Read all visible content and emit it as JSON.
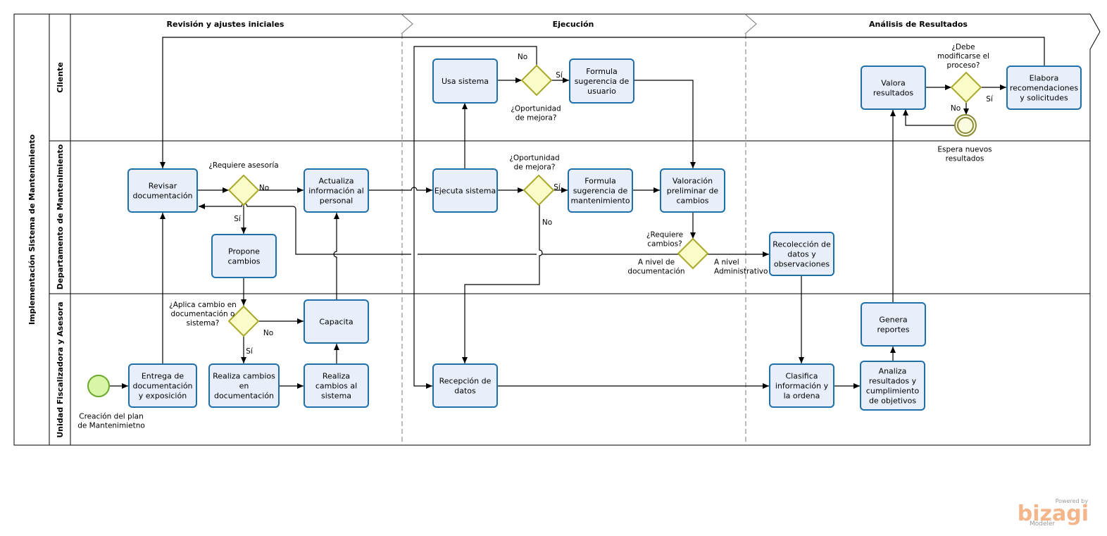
{
  "pool": {
    "title": "Implementación Sistema de Mantenimiento"
  },
  "lanes": [
    {
      "id": "cliente",
      "title": "Cliente"
    },
    {
      "id": "depto",
      "title": "Departamento de Mantenimiento"
    },
    {
      "id": "unidad",
      "title": "Unidad Fiscalizadora y Asesora"
    }
  ],
  "phases": [
    {
      "id": "revision",
      "title": "Revisión y ajustes iniciales"
    },
    {
      "id": "ejecucion",
      "title": "Ejecución"
    },
    {
      "id": "analisis",
      "title": "Análisis de Resultados"
    }
  ],
  "tasks": [
    {
      "id": "usa-sistema",
      "lines": [
        "Usa sistema"
      ]
    },
    {
      "id": "formula-sug-usuario",
      "lines": [
        "Formula",
        "sugerencia de",
        "usuario"
      ]
    },
    {
      "id": "valora-resultados",
      "lines": [
        "Valora",
        "resultados"
      ]
    },
    {
      "id": "elabora-recomendaciones",
      "lines": [
        "Elabora",
        "recomendaciones",
        "y solicitudes"
      ]
    },
    {
      "id": "revisar-documentacion",
      "lines": [
        "Revisar",
        "documentación"
      ]
    },
    {
      "id": "actualiza-informacion",
      "lines": [
        "Actualiza",
        "información al",
        "personal"
      ]
    },
    {
      "id": "ejecuta-sistema",
      "lines": [
        "Ejecuta sistema"
      ]
    },
    {
      "id": "formula-sug-mant",
      "lines": [
        "Formula",
        "sugerencia  de",
        "mantenimiento"
      ]
    },
    {
      "id": "valoracion-preliminar",
      "lines": [
        "Valoración",
        "preliminar de",
        "cambios"
      ]
    },
    {
      "id": "propone-cambios",
      "lines": [
        "Propone",
        "cambios"
      ]
    },
    {
      "id": "recoleccion-datos",
      "lines": [
        "Recolección de",
        "datos y",
        "observaciones"
      ]
    },
    {
      "id": "capacita",
      "lines": [
        "Capacita"
      ]
    },
    {
      "id": "genera-reportes",
      "lines": [
        "Genera",
        "reportes"
      ]
    },
    {
      "id": "entrega-documentacion",
      "lines": [
        "Entrega de",
        "documentación",
        "y exposición"
      ]
    },
    {
      "id": "realiza-cambios-doc",
      "lines": [
        "Realiza cambios",
        "en",
        "documentación"
      ]
    },
    {
      "id": "realiza-cambios-sistema",
      "lines": [
        "Realiza",
        "cambios al",
        "sistema"
      ]
    },
    {
      "id": "recepcion-datos",
      "lines": [
        "Recepción de",
        "datos"
      ]
    },
    {
      "id": "clasifica-informacion",
      "lines": [
        "Clasifica",
        "información y",
        "la ordena"
      ]
    },
    {
      "id": "analiza-resultados",
      "lines": [
        "Analiza",
        "resultados y",
        "cumplimiento",
        "de objetivos"
      ]
    }
  ],
  "gateways": [
    {
      "id": "gw-oportunidad-cliente",
      "lines": [
        "¿Oportunidad",
        "de mejora?"
      ]
    },
    {
      "id": "gw-modificarse",
      "lines": [
        "¿Debe",
        "modificarse el",
        "proceso?"
      ]
    },
    {
      "id": "gw-asesoria",
      "lines": [
        "¿Requiere asesoría"
      ]
    },
    {
      "id": "gw-oportunidad-depto",
      "lines": [
        "¿Oportunidad",
        "de mejora?"
      ]
    },
    {
      "id": "gw-requiere-cambios",
      "lines": [
        "¿Requiere",
        "cambios?"
      ]
    },
    {
      "id": "gw-aplica-cambio",
      "lines": [
        "¿Aplica cambio en",
        "documentación o",
        "sistema?"
      ]
    }
  ],
  "events": [
    {
      "id": "start-event",
      "type": "start",
      "lines": [
        "Creación del plan",
        "de Mantenimietno"
      ]
    },
    {
      "id": "intermediate-event",
      "type": "intermediate",
      "lines": [
        "Espera nuevos",
        "resultados"
      ]
    }
  ],
  "flow_labels": [
    {
      "id": "lbl-no-cliente",
      "text": "No"
    },
    {
      "id": "lbl-si-cliente",
      "text": "Sí"
    },
    {
      "id": "lbl-si-modificarse",
      "text": "Sí"
    },
    {
      "id": "lbl-no-modificarse",
      "text": "No"
    },
    {
      "id": "lbl-no-asesoria",
      "text": "No"
    },
    {
      "id": "lbl-si-asesoria",
      "text": "Sí"
    },
    {
      "id": "lbl-si-depto",
      "text": "Sí"
    },
    {
      "id": "lbl-no-depto",
      "text": "No"
    },
    {
      "id": "lbl-nivel-doc",
      "lines": [
        "A nivel de",
        "documentación"
      ]
    },
    {
      "id": "lbl-nivel-admin",
      "lines": [
        "A nivel",
        "Administrativo"
      ]
    },
    {
      "id": "lbl-no-aplica",
      "text": "No"
    },
    {
      "id": "lbl-si-aplica",
      "text": "Sí"
    }
  ],
  "watermark": {
    "powered": "Powered by",
    "brand": "bizagi",
    "product": "Modeler"
  },
  "colors": {
    "task_fill": "#e8eefa",
    "task_stroke": "#1f6fa8",
    "gateway_fill": "#fbfbc9",
    "gateway_stroke": "#a8a82a",
    "start_fill": "#d8f5a8",
    "start_stroke": "#6aa92a",
    "intermediate_stroke": "#8a8a3a",
    "intermediate_fill": "#fbfbe0",
    "brand": "#f4b58a"
  }
}
